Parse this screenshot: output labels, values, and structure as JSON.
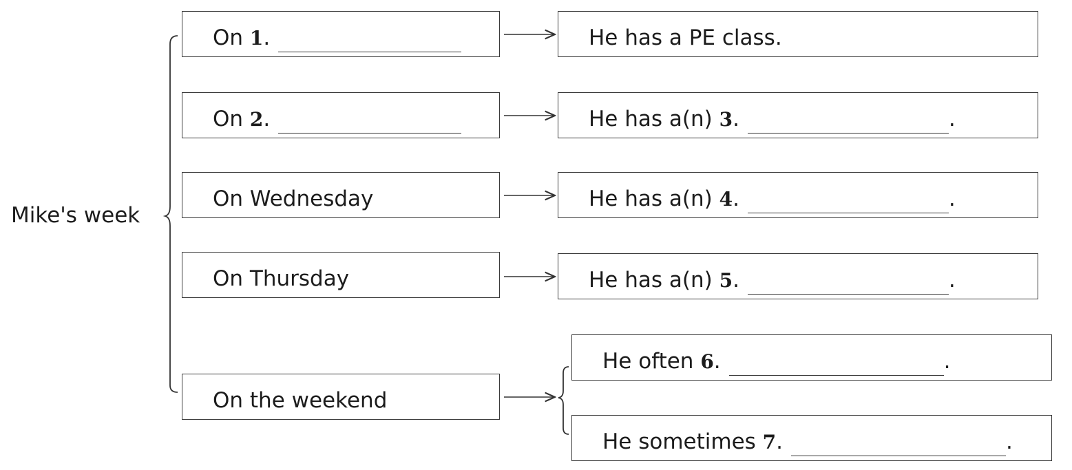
{
  "title": "Mike's week",
  "rows": [
    {
      "day_prefix": "On ",
      "day_number": "1",
      "day_suffix": ".",
      "result_text": "He has a PE class."
    },
    {
      "day_prefix": "On ",
      "day_number": "2",
      "day_suffix": ".",
      "result_prefix": "He has a(n) ",
      "result_number": "3",
      "result_suffix": ".",
      "result_end": "."
    },
    {
      "day_text": "On Wednesday",
      "result_prefix": "He has a(n) ",
      "result_number": "4",
      "result_suffix": ".",
      "result_end": "."
    },
    {
      "day_text": "On Thursday",
      "result_prefix": "He has a(n) ",
      "result_number": "5",
      "result_suffix": ".",
      "result_end": "."
    }
  ],
  "weekend": {
    "day_text": "On the weekend",
    "results": [
      {
        "prefix": "He often ",
        "number": "6",
        "suffix": ".",
        "end": "."
      },
      {
        "prefix": "He sometimes ",
        "number": "7",
        "suffix": ".",
        "end": "."
      }
    ]
  }
}
